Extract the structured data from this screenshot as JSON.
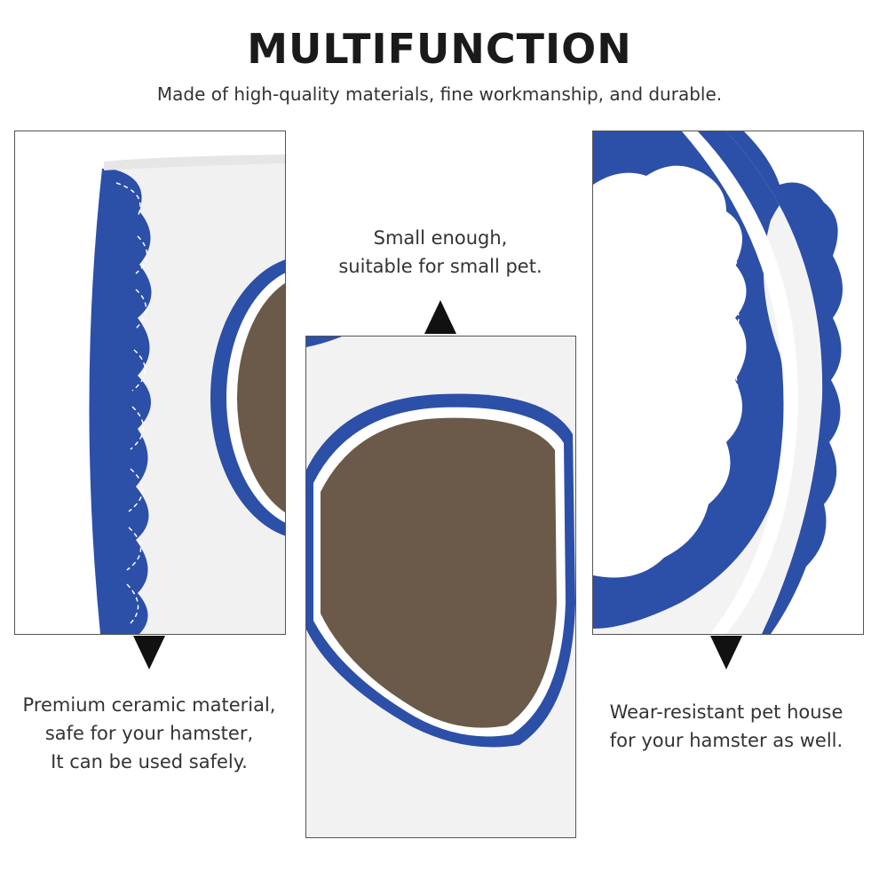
{
  "header": {
    "title": "MULTIFUNCTION",
    "subtitle": "Made of high-quality materials, fine workmanship, and durable."
  },
  "features": [
    {
      "lines": [
        "Premium ceramic material,",
        "safe for your hamster,",
        "It can be used safely."
      ]
    },
    {
      "lines": [
        "Small enough,",
        "suitable for small pet."
      ]
    },
    {
      "lines": [
        "Wear-resistant pet house",
        "for your hamster as well."
      ]
    }
  ],
  "colors": {
    "blue": "#2c4fa8",
    "opening": "#6b5a49",
    "white": "#f4f4f4"
  }
}
